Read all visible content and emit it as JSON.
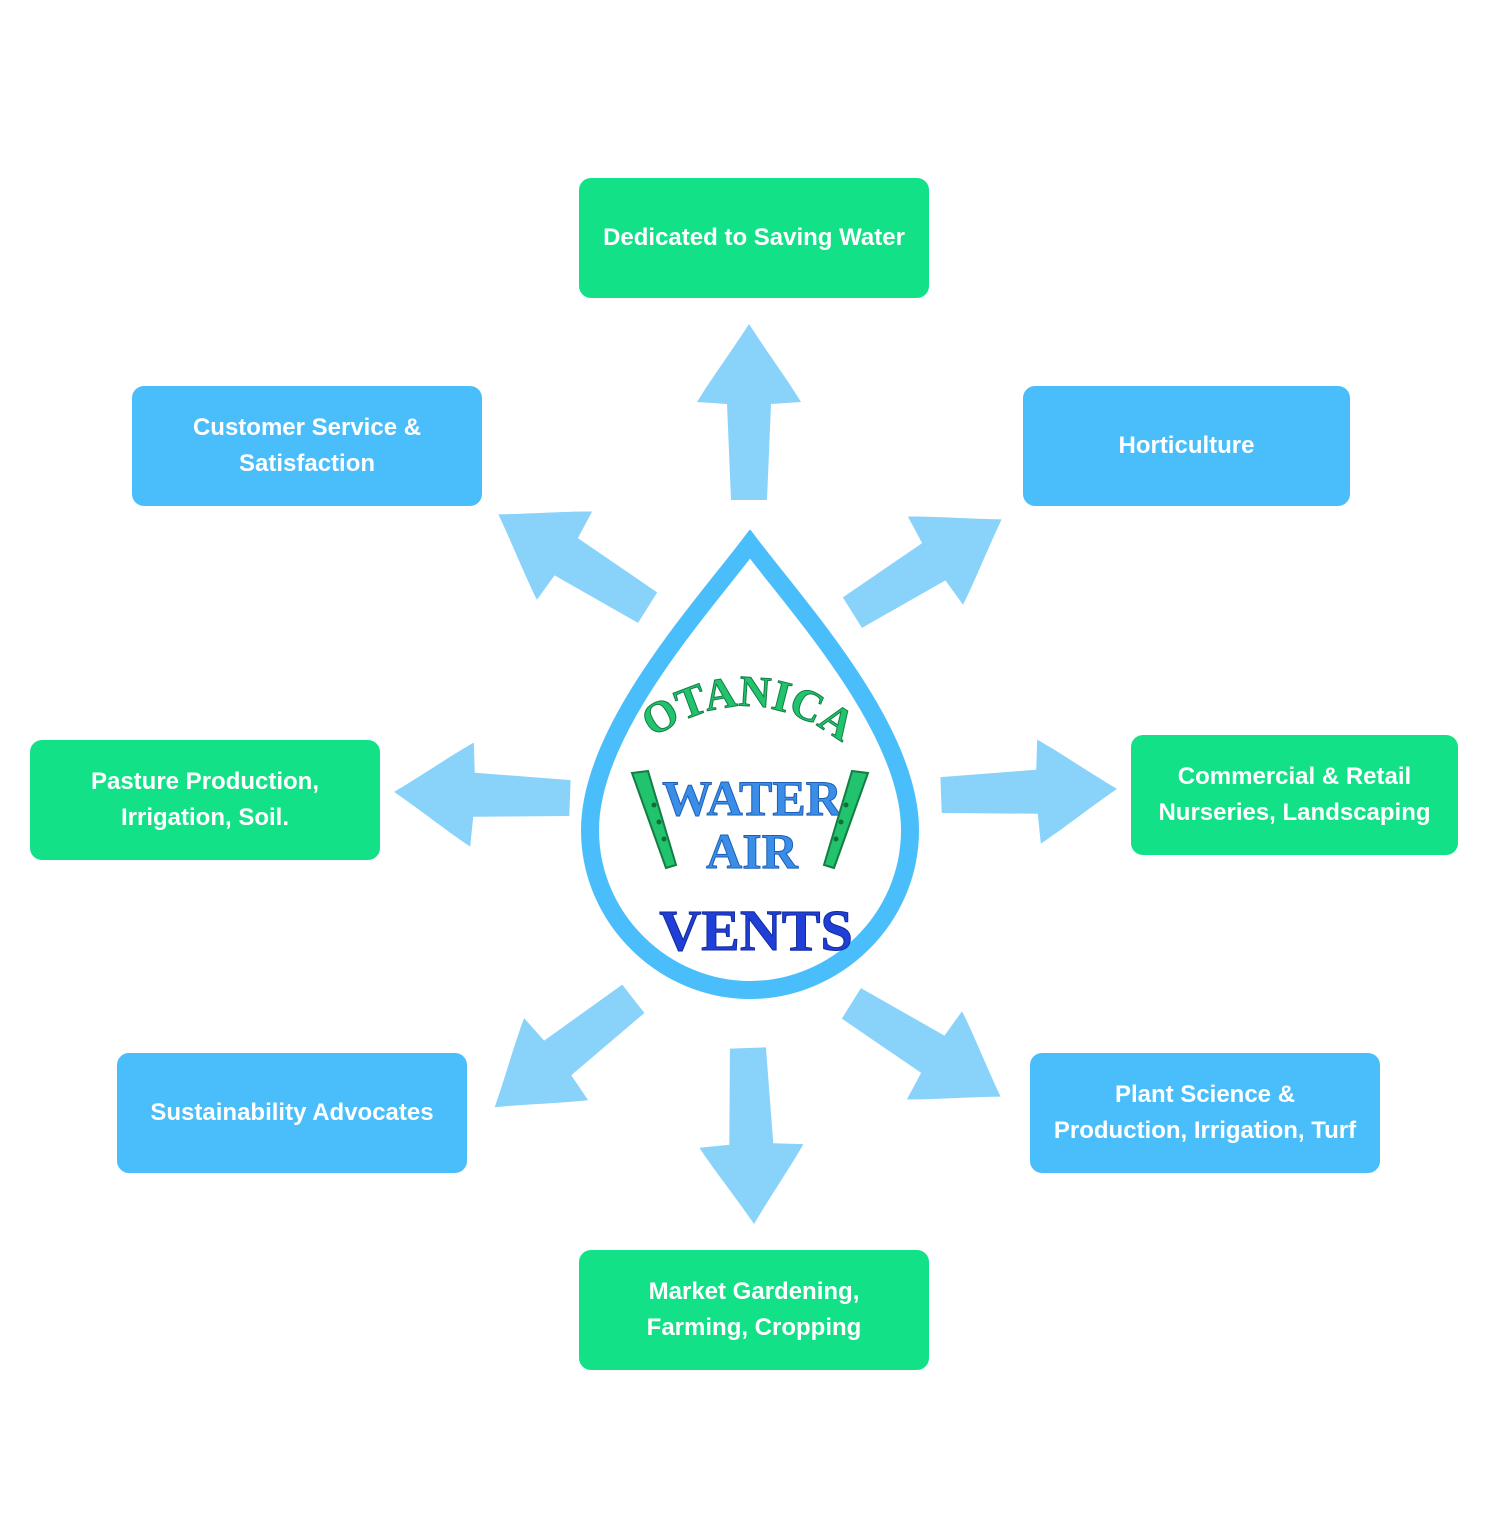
{
  "colors": {
    "green_box": "#12e187",
    "blue_box": "#4abefb",
    "arrow": "#89d3fb",
    "drop_outline": "#4abefb",
    "logo_green": "#21c36d",
    "logo_light_blue": "#3a8ee8",
    "logo_dark_blue": "#1f3fd8"
  },
  "logo": {
    "line1": "BOTANICAL",
    "line2": "WATER",
    "line3": "AIR",
    "line4": "VENTS"
  },
  "nodes": [
    {
      "id": "top",
      "label": "Dedicated to Saving Water",
      "color": "green"
    },
    {
      "id": "top-left",
      "label": "Customer Service &\nSatisfaction",
      "color": "blue"
    },
    {
      "id": "top-right",
      "label": "Horticulture",
      "color": "blue"
    },
    {
      "id": "left",
      "label": "Pasture Production,\nIrrigation, Soil.",
      "color": "green"
    },
    {
      "id": "right",
      "label": "Commercial & Retail\nNurseries, Landscaping",
      "color": "green"
    },
    {
      "id": "bottom-left",
      "label": "Sustainability Advocates",
      "color": "blue"
    },
    {
      "id": "bottom-right",
      "label": "Plant Science &\nProduction, Irrigation, Turf",
      "color": "blue"
    },
    {
      "id": "bottom",
      "label": "Market Gardening,\nFarming, Cropping",
      "color": "green"
    }
  ],
  "arrows": [
    {
      "id": "to-top",
      "direction": "up"
    },
    {
      "id": "to-top-left",
      "direction": "up-left"
    },
    {
      "id": "to-top-right",
      "direction": "up-right"
    },
    {
      "id": "to-left",
      "direction": "left"
    },
    {
      "id": "to-right",
      "direction": "right"
    },
    {
      "id": "to-bottom-left",
      "direction": "down-left"
    },
    {
      "id": "to-bottom-right",
      "direction": "down-right"
    },
    {
      "id": "to-bottom",
      "direction": "down"
    }
  ]
}
